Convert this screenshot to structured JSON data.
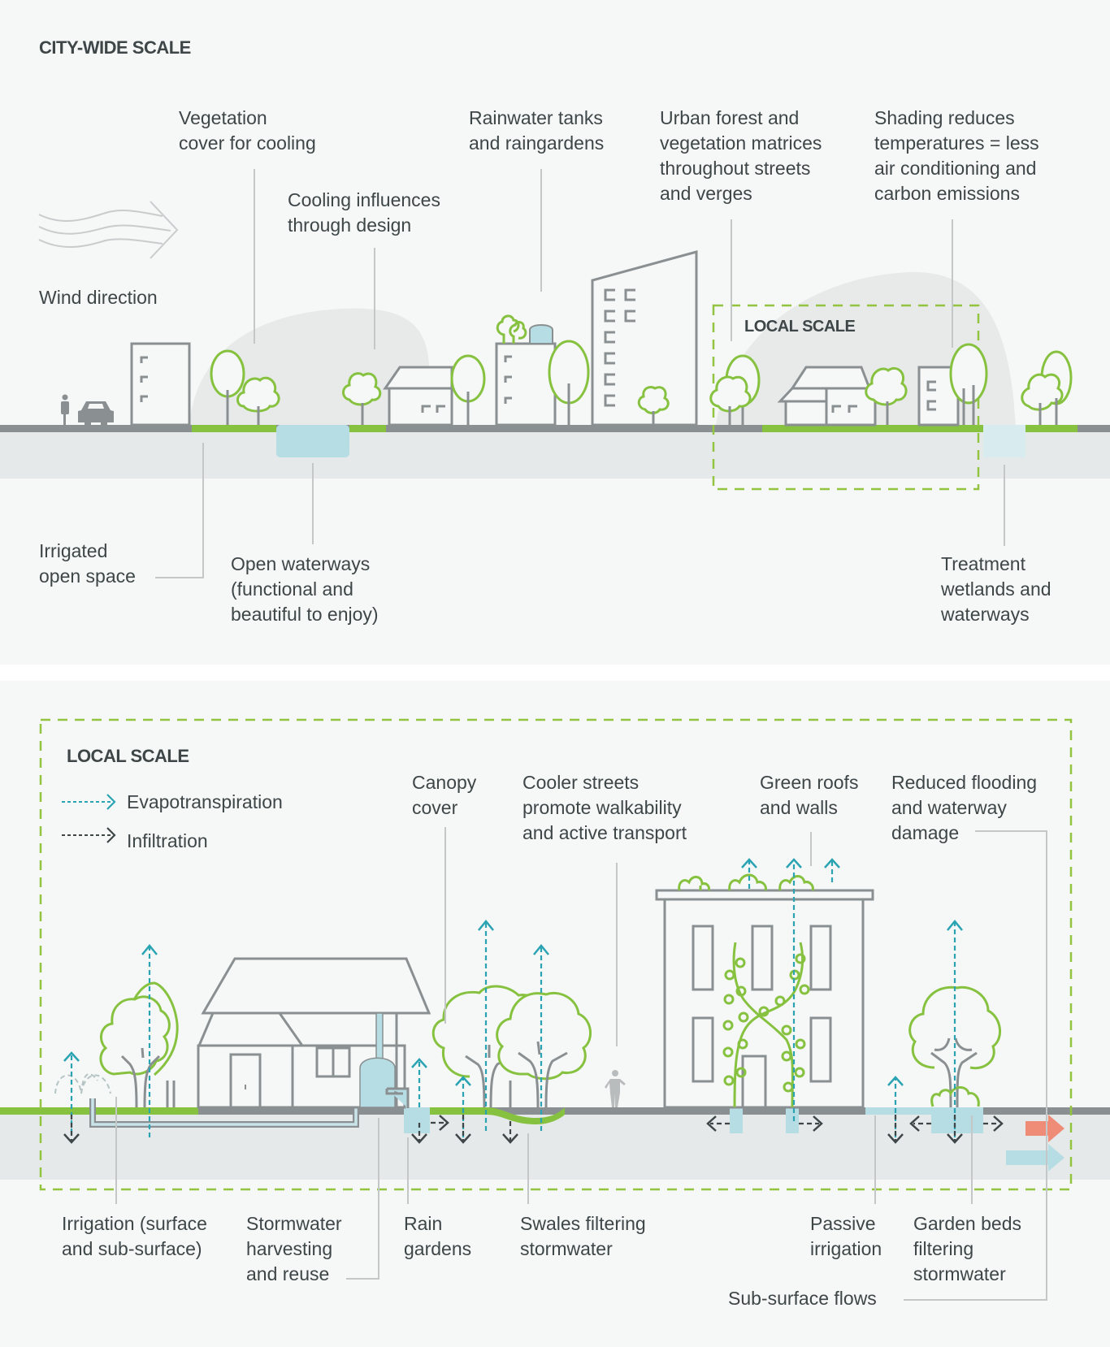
{
  "city_wide": {
    "heading": "CITY-WIDE SCALE",
    "wind": {
      "icon": "wind-arrow-icon",
      "label": "Wind direction"
    },
    "inset_label": "LOCAL SCALE",
    "labels_top": [
      {
        "id": "vegetation",
        "lines": [
          "Vegetation",
          "cover for cooling"
        ]
      },
      {
        "id": "cooling",
        "lines": [
          "Cooling influences",
          "through design"
        ]
      },
      {
        "id": "rainwater",
        "lines": [
          "Rainwater tanks",
          "and raingardens"
        ]
      },
      {
        "id": "urban-forest",
        "lines": [
          "Urban forest and",
          "vegetation matrices",
          "throughout streets",
          "and verges"
        ]
      },
      {
        "id": "shading",
        "lines": [
          "Shading reduces",
          "temperatures = less",
          "air conditioning and",
          "carbon emissions"
        ]
      }
    ],
    "labels_bottom": [
      {
        "id": "irrigated",
        "lines": [
          "Irrigated",
          "open space"
        ]
      },
      {
        "id": "open-waterways",
        "lines": [
          "Open waterways",
          "(functional and",
          "beautiful to enjoy)"
        ]
      },
      {
        "id": "treatment",
        "lines": [
          "Treatment",
          "wetlands and",
          "waterways"
        ]
      }
    ]
  },
  "local": {
    "heading": "LOCAL SCALE",
    "legend": [
      {
        "label": "Evapotranspiration",
        "color": "#2aa3b3",
        "icon": "dashed-arrow-teal-icon"
      },
      {
        "label": "Infiltration",
        "color": "#3e4648",
        "icon": "dashed-arrow-dark-icon"
      }
    ],
    "labels_top": [
      {
        "id": "canopy",
        "lines": [
          "Canopy",
          "cover"
        ]
      },
      {
        "id": "cooler-streets",
        "lines": [
          "Cooler streets",
          "promote walkability",
          "and active transport"
        ]
      },
      {
        "id": "green-roofs",
        "lines": [
          "Green roofs",
          "and walls"
        ]
      },
      {
        "id": "reduced-flooding",
        "lines": [
          "Reduced flooding",
          "and waterway",
          "damage"
        ]
      }
    ],
    "labels_bottom": [
      {
        "id": "irrigation",
        "lines": [
          "Irrigation (surface",
          "and sub-surface)"
        ]
      },
      {
        "id": "stormwater",
        "lines": [
          "Stormwater",
          "harvesting",
          "and reuse"
        ]
      },
      {
        "id": "rain-gardens",
        "lines": [
          "Rain",
          "gardens"
        ]
      },
      {
        "id": "swales",
        "lines": [
          "Swales filtering",
          "stormwater"
        ]
      },
      {
        "id": "passive",
        "lines": [
          "Passive",
          "irrigation"
        ]
      },
      {
        "id": "garden-beds",
        "lines": [
          "Garden beds",
          "filtering",
          "stormwater"
        ]
      },
      {
        "id": "sub-surface",
        "lines": [
          "Sub-surface flows"
        ]
      }
    ]
  },
  "colors": {
    "background": "#f6f7f7",
    "text": "#3e4648",
    "green": "#86c23f",
    "ground_grey": "#8a9092",
    "soil": "#e6e9e9",
    "water": "#b5dde3",
    "teal_arrow": "#2aa3b3",
    "salmon_arrow": "#ef8c78",
    "leader": "#c3c7c8"
  }
}
